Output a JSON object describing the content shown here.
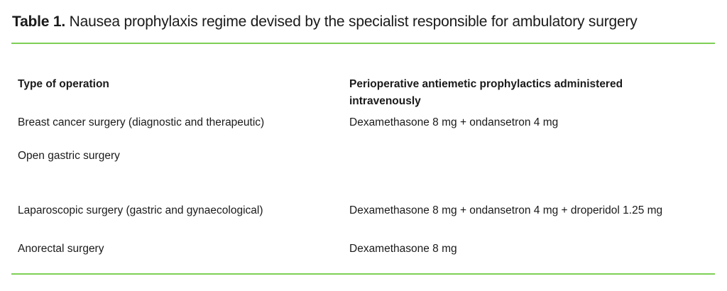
{
  "table": {
    "title_label": "Table 1.",
    "title_text": " Nausea prophylaxis regime devised by the specialist responsible for ambulatory surgery",
    "rule_color": "#7ed055",
    "headers": {
      "operation": "Type of operation",
      "prophylactics_line1": "Perioperative antiemetic prophylactics administered",
      "prophylactics_line2": "intravenously"
    },
    "rows": [
      {
        "operation": "Breast cancer surgery (diagnostic and therapeutic)",
        "prophylactics": "Dexamethasone 8 mg + ondansetron 4 mg"
      },
      {
        "operation": "Open gastric surgery",
        "prophylactics": ""
      },
      {
        "operation": "Laparoscopic surgery (gastric and gynaecological)",
        "prophylactics": "Dexamethasone 8 mg + ondansetron 4 mg + droperidol 1.25 mg"
      },
      {
        "operation": "Anorectal surgery",
        "prophylactics": "Dexamethasone 8 mg"
      }
    ]
  }
}
